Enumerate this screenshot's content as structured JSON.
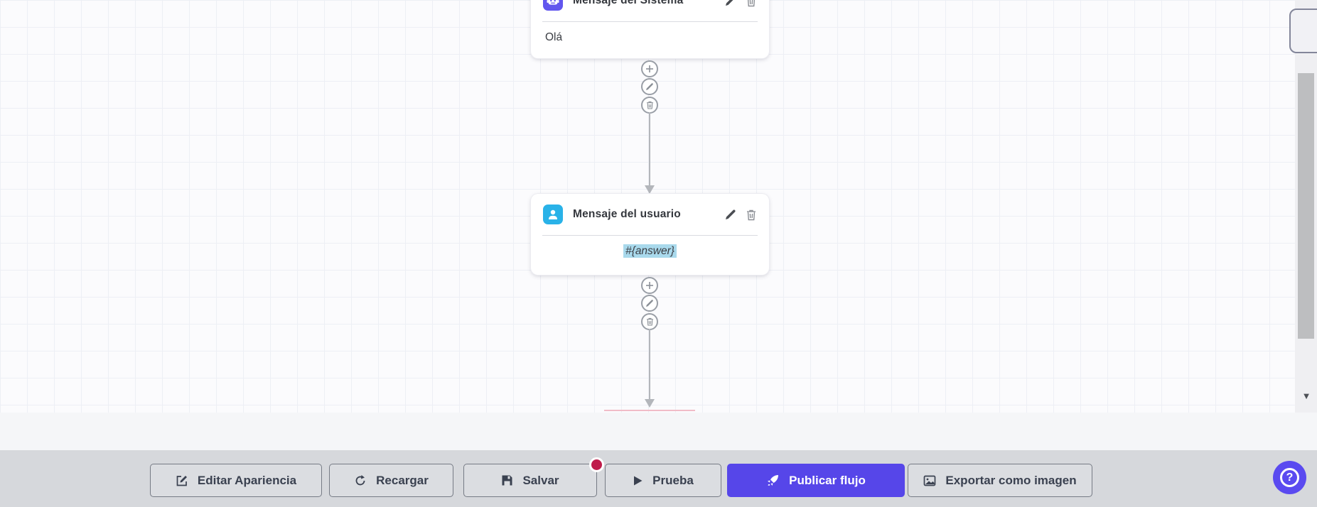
{
  "flow": {
    "nodes": [
      {
        "id": "system-message",
        "title": "Mensaje del Sistema",
        "body": "Olá",
        "icon": "robot-icon",
        "icon_bg": "#6156ee"
      },
      {
        "id": "user-message",
        "title": "Mensaje del usuario",
        "body": "#{answer}",
        "icon": "user-icon",
        "icon_bg": "#29b2e8"
      }
    ],
    "node_actions": [
      {
        "name": "add-step",
        "icon": "plus-icon"
      },
      {
        "name": "edit-step",
        "icon": "pencil-icon"
      },
      {
        "name": "delete-step",
        "icon": "trash-icon"
      }
    ]
  },
  "toolbar": {
    "buttons": [
      {
        "label": "Editar Apariencia",
        "icon": "edit-appearance-icon",
        "variant": "default"
      },
      {
        "label": "Recargar",
        "icon": "refresh-icon",
        "variant": "default"
      },
      {
        "label": "Salvar",
        "icon": "save-icon",
        "variant": "default",
        "unsaved_badge": true
      },
      {
        "label": "Prueba",
        "icon": "play-icon",
        "variant": "default"
      },
      {
        "label": "Publicar flujo",
        "icon": "rocket-icon",
        "variant": "primary"
      },
      {
        "label": "Exportar como imagen",
        "icon": "image-icon",
        "variant": "default"
      }
    ]
  },
  "help_button": {
    "glyph": "?"
  },
  "scrollbar": {
    "down_arrow_glyph": "▼"
  },
  "colors": {
    "primary_purple": "#5646e9",
    "help_purple": "#5a4af0",
    "system_icon_bg": "#6156ee",
    "user_icon_bg": "#29b2e8",
    "unsaved_badge_red": "#bf1c4b",
    "answer_highlight": "#a9d9ec",
    "toolbar_bg": "#d6d8dc",
    "canvas_bg": "#fbfbfd",
    "grid_line": "#edeff5",
    "connector_gray": "#b3b6bb"
  }
}
